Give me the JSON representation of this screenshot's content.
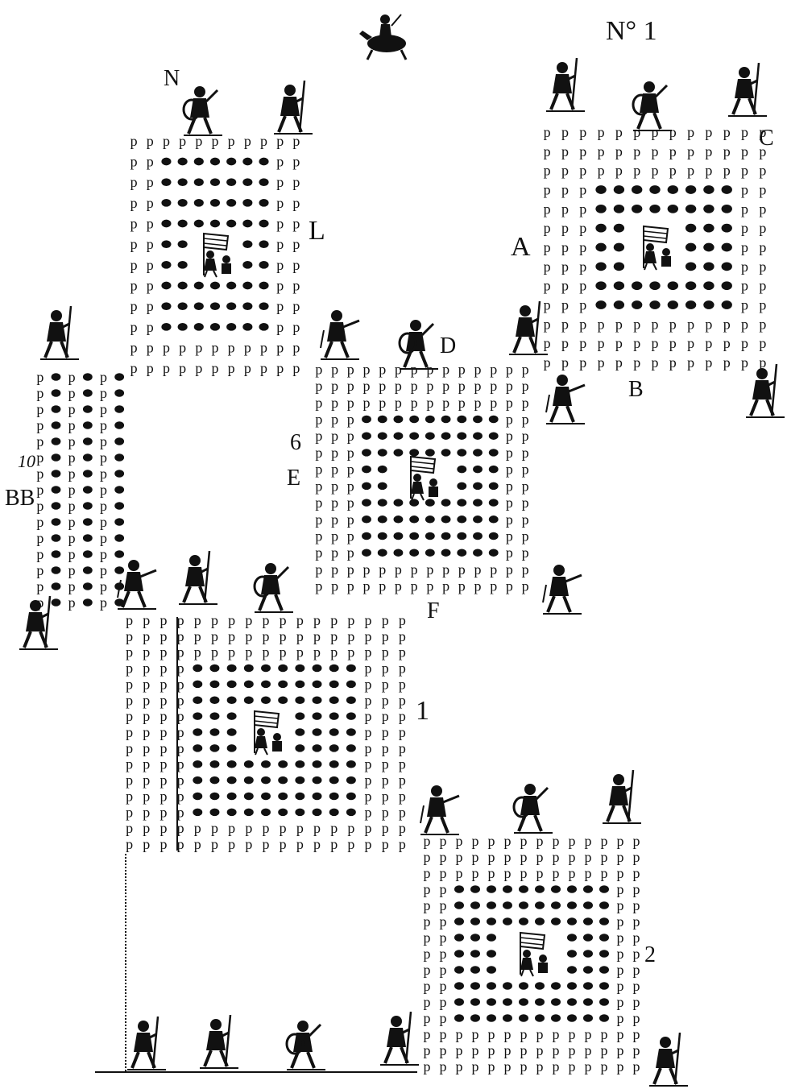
{
  "labels": {
    "plate_no": "N° 1",
    "n": "N",
    "l": "L",
    "a": "A",
    "b": "B",
    "c": "C",
    "d": "D",
    "e": "E",
    "f": "F",
    "six": "6",
    "ten": "10",
    "bb": "BB",
    "one": "1",
    "two": "2"
  },
  "legend_glyphs": {
    "pike": "P",
    "musket": "●"
  },
  "colors": {
    "ink": "#111111",
    "paper": "#ffffff"
  },
  "blocks": [
    {
      "id": "block-L",
      "rows": 12,
      "cols": 11,
      "border_cols": 2,
      "border_rows": 1,
      "bottom_pike_rows": 2,
      "has_flag": true
    },
    {
      "id": "block-AB",
      "rows": 13,
      "cols": 13,
      "border_cols": 3,
      "border_rows": 3,
      "bottom_pike_rows": 3,
      "has_flag": true
    },
    {
      "id": "block-DE",
      "rows": 14,
      "cols": 14,
      "border_cols": 3,
      "border_rows": 3,
      "bottom_pike_rows": 2,
      "has_flag": true
    },
    {
      "id": "block-BB",
      "rows": 15,
      "cols": 6,
      "border_cols": 4,
      "border_rows": 0,
      "bottom_pike_rows": 0,
      "has_flag": false
    },
    {
      "id": "block-1",
      "rows": 15,
      "cols": 17,
      "border_cols": 4,
      "border_rows": 3,
      "bottom_pike_rows": 2,
      "has_flag": true
    },
    {
      "id": "block-2",
      "rows": 15,
      "cols": 14,
      "border_cols": 2,
      "border_rows": 3,
      "bottom_pike_rows": 3,
      "has_flag": true
    }
  ]
}
